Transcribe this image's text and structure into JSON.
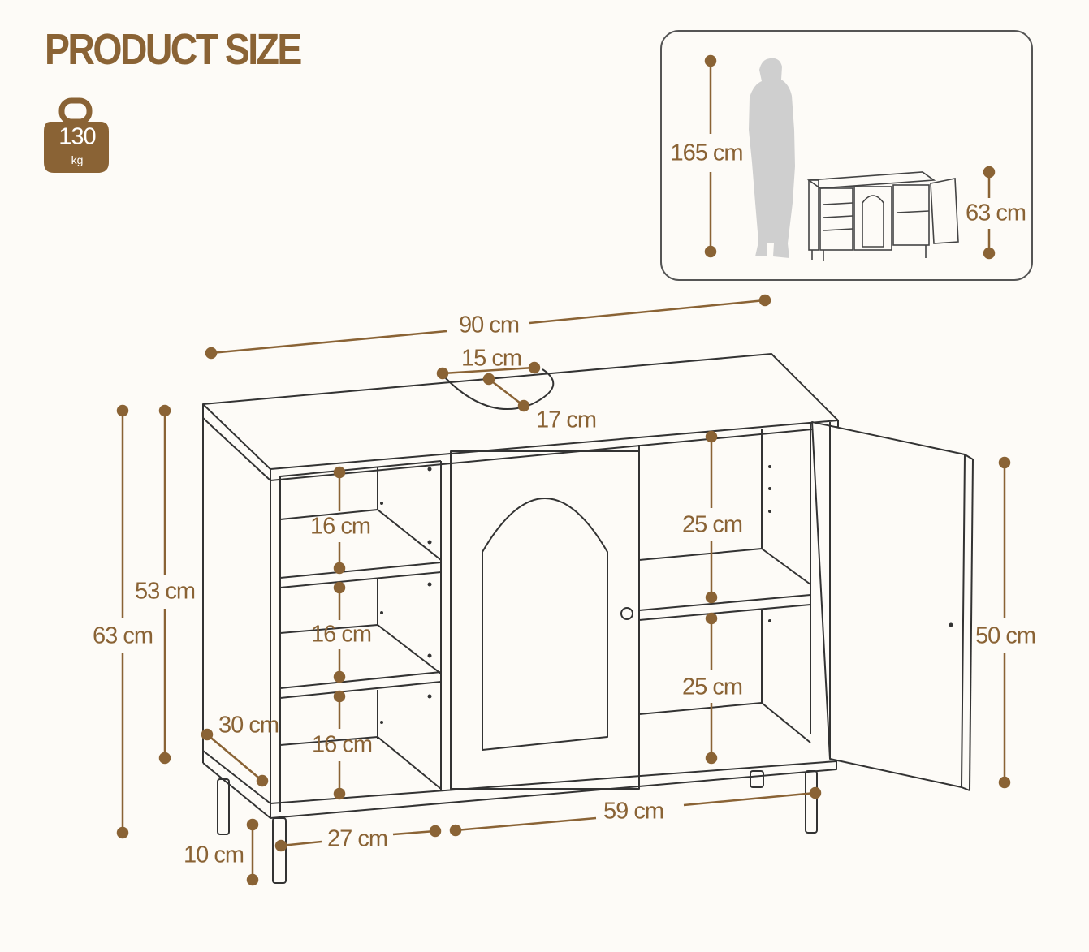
{
  "title": "PRODUCT SIZE",
  "weight": {
    "value": "130",
    "unit": "kg"
  },
  "colors": {
    "accent": "#8a6335",
    "line": "#3a3a3a",
    "background": "#fdfbf7",
    "silhouette": "#cfcfcf"
  },
  "inset": {
    "person_height": "165 cm",
    "cabinet_height": "63 cm"
  },
  "dims": {
    "width": "90 cm",
    "sink_hole_width": "15 cm",
    "sink_hole_depth": "17 cm",
    "shelf_top": "16 cm",
    "shelf_middle": "16 cm",
    "shelf_bottom": "16 cm",
    "right_upper": "25 cm",
    "right_lower": "25 cm",
    "inner_height": "53 cm",
    "total_height": "63 cm",
    "depth": "30 cm",
    "door_height": "50 cm",
    "left_width": "27 cm",
    "right_width": "59 cm",
    "leg_height": "10 cm"
  }
}
